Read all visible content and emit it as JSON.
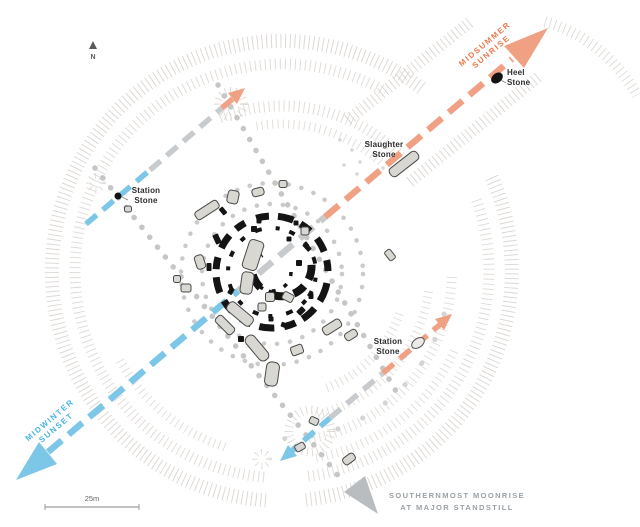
{
  "diagram": {
    "subject": "Stonehenge alignment plan",
    "alignments": {
      "midsummer": {
        "line1": "MIDSUMMER",
        "line2": "SUNRISE",
        "color": "#f0a183",
        "text_color": "#e8794f",
        "direction": "northeast"
      },
      "midwinter": {
        "line1": "MIDWINTER",
        "line2": "SUNSET",
        "color": "#7cc6e8",
        "text_color": "#4ab5e3",
        "direction": "southwest"
      },
      "moonrise": {
        "line1": "SOUTHERNMOST MOONRISE",
        "line2": "AT MAJOR STANDSTILL",
        "color": "#b9bdc0",
        "text_color": "#9aa1a6",
        "direction": "southeast"
      }
    },
    "stones": {
      "heel": {
        "line1": "Heel",
        "line2": "Stone"
      },
      "slaughter": {
        "line1": "Slaughter",
        "line2": "Stone"
      },
      "station_left": {
        "line1": "Station",
        "line2": "Stone"
      },
      "station_right": {
        "line1": "Station",
        "line2": "Stone"
      }
    },
    "scale": {
      "label": "25m"
    },
    "north": {
      "label": "N"
    },
    "colors": {
      "hachure": "#dad5d1",
      "dotted_holes": "#c6c6c6",
      "gray_dash": "#c8cbcd",
      "stone_fill": "#d8d7d2",
      "stone_black": "#141414"
    }
  }
}
